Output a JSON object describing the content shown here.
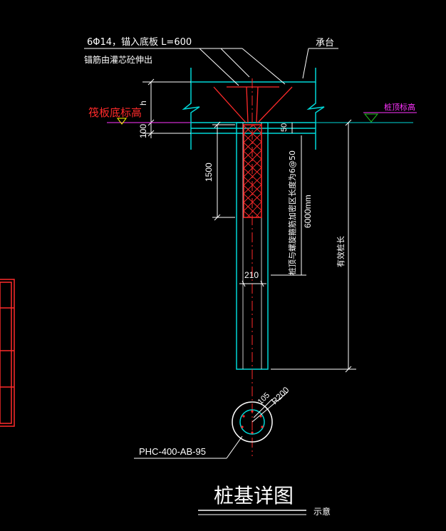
{
  "labels": {
    "rebar_note_line1": "6Φ14，锚入底板 L=600",
    "rebar_note_line2": "锚筋由灌芯砼伸出",
    "cap": "承台",
    "raft_bottom_elev": "筏板底标高",
    "pile_top_elev": "桩顶标高",
    "dim_h": "h",
    "dim_100": "100",
    "dim_50": "50",
    "dim_1500": "1500",
    "dim_210": "210",
    "dim_6000": "6000mm",
    "stirrup_note": "桩顶与螺旋箍筋加密区长度为6@50",
    "effective_length": "有效桩长",
    "dim_r105": "105",
    "dim_r200": "R200",
    "pile_type": "PHC-400-AB-95",
    "title": "桩基详图",
    "title_note": "示意"
  },
  "colors": {
    "background": "#000000",
    "cyan": "#00d7d7",
    "white": "#ffffff",
    "red": "#ff2a2a",
    "magenta": "#ff33ff",
    "yellow": "#ffff00",
    "green": "#20c020"
  }
}
